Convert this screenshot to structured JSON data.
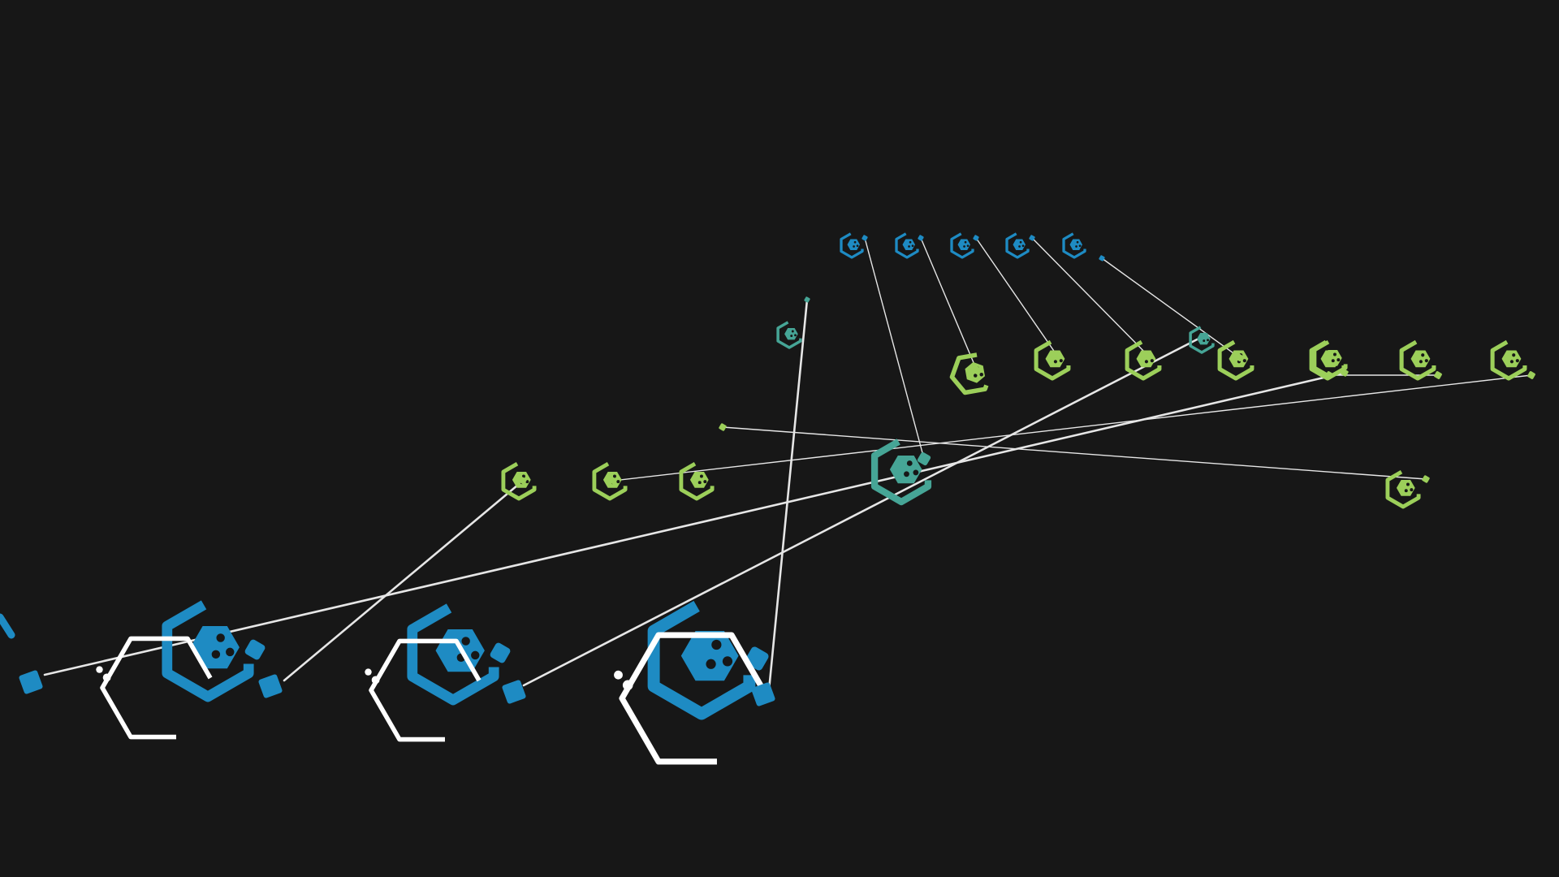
{
  "colors": {
    "background": "#171717",
    "blue": "#1e8bc3",
    "teal": "#46a596",
    "green": "#9ccf5a",
    "white": "#ffffff",
    "link": "#e6e6e6"
  },
  "nodes": [
    {
      "id": "b1",
      "color": "blue",
      "icon": "hex-gear-node-icon",
      "interactable": true
    },
    {
      "id": "b2",
      "color": "blue",
      "icon": "hex-gear-node-icon",
      "interactable": true
    },
    {
      "id": "b3",
      "color": "blue",
      "icon": "hex-gear-node-icon",
      "interactable": true
    },
    {
      "id": "b4",
      "color": "blue",
      "icon": "hex-gear-node-icon",
      "interactable": true
    },
    {
      "id": "b5",
      "color": "blue",
      "icon": "hex-gear-node-icon",
      "interactable": true
    },
    {
      "id": "t1",
      "color": "teal",
      "icon": "hex-gear-node-icon",
      "interactable": true
    },
    {
      "id": "t2",
      "color": "teal",
      "icon": "hex-gear-node-icon",
      "interactable": true
    },
    {
      "id": "t3",
      "color": "teal",
      "icon": "hex-gear-node-icon",
      "interactable": true
    },
    {
      "id": "g1",
      "color": "green",
      "icon": "hex-gear-node-icon",
      "interactable": true
    },
    {
      "id": "g2",
      "color": "green",
      "icon": "hex-gear-node-icon",
      "interactable": true
    },
    {
      "id": "g3",
      "color": "green",
      "icon": "hex-gear-node-icon",
      "interactable": true
    },
    {
      "id": "g4",
      "color": "green",
      "icon": "hex-gear-node-icon",
      "interactable": true
    },
    {
      "id": "g5",
      "color": "green",
      "icon": "hex-gear-node-icon",
      "interactable": true
    },
    {
      "id": "g6",
      "color": "green",
      "icon": "hex-gear-node-icon",
      "interactable": true
    },
    {
      "id": "g7",
      "color": "green",
      "icon": "hex-gear-node-icon",
      "interactable": true
    },
    {
      "id": "g8",
      "color": "green",
      "icon": "hex-gear-node-icon",
      "interactable": true
    },
    {
      "id": "g9",
      "color": "green",
      "icon": "hex-gear-node-icon",
      "interactable": true
    },
    {
      "id": "g10",
      "color": "green",
      "icon": "hex-gear-node-icon",
      "interactable": true
    },
    {
      "id": "g11",
      "color": "green",
      "icon": "hex-gear-node-icon",
      "interactable": true
    },
    {
      "id": "g12",
      "color": "green",
      "icon": "hex-gear-node-icon",
      "interactable": true
    },
    {
      "id": "B1",
      "color": "blue",
      "icon": "hex-gear-node-icon",
      "interactable": true
    },
    {
      "id": "B2",
      "color": "blue",
      "icon": "hex-gear-node-icon",
      "interactable": true
    },
    {
      "id": "B3",
      "color": "blue",
      "icon": "hex-gear-node-icon",
      "interactable": true
    },
    {
      "id": "W1",
      "color": "white",
      "icon": "hex-outline-node-icon",
      "interactable": true
    },
    {
      "id": "W2",
      "color": "white",
      "icon": "hex-outline-node-icon",
      "interactable": true
    },
    {
      "id": "W3",
      "color": "white",
      "icon": "hex-outline-node-icon",
      "interactable": true
    },
    {
      "id": "P0",
      "color": "blue",
      "icon": "port-icon",
      "interactable": true
    },
    {
      "id": "P1",
      "color": "blue",
      "icon": "port-icon",
      "interactable": true
    },
    {
      "id": "P2",
      "color": "blue",
      "icon": "port-icon",
      "interactable": true
    },
    {
      "id": "P3",
      "color": "blue",
      "icon": "port-icon",
      "interactable": true
    },
    {
      "id": "E0",
      "color": "blue",
      "icon": "edge-arc-icon",
      "interactable": false
    }
  ],
  "links": [
    [
      "b1",
      "t2"
    ],
    [
      "b2",
      "g1"
    ],
    [
      "b3",
      "g2"
    ],
    [
      "b4",
      "g3"
    ],
    [
      "b5",
      "g4"
    ],
    [
      "t1",
      "P3"
    ],
    [
      "g5",
      "g6"
    ],
    [
      "g7",
      "g11"
    ],
    [
      "g8",
      "g12"
    ],
    [
      "g9",
      "P0"
    ],
    [
      "g10",
      "P1"
    ],
    [
      "t3",
      "P2"
    ]
  ]
}
